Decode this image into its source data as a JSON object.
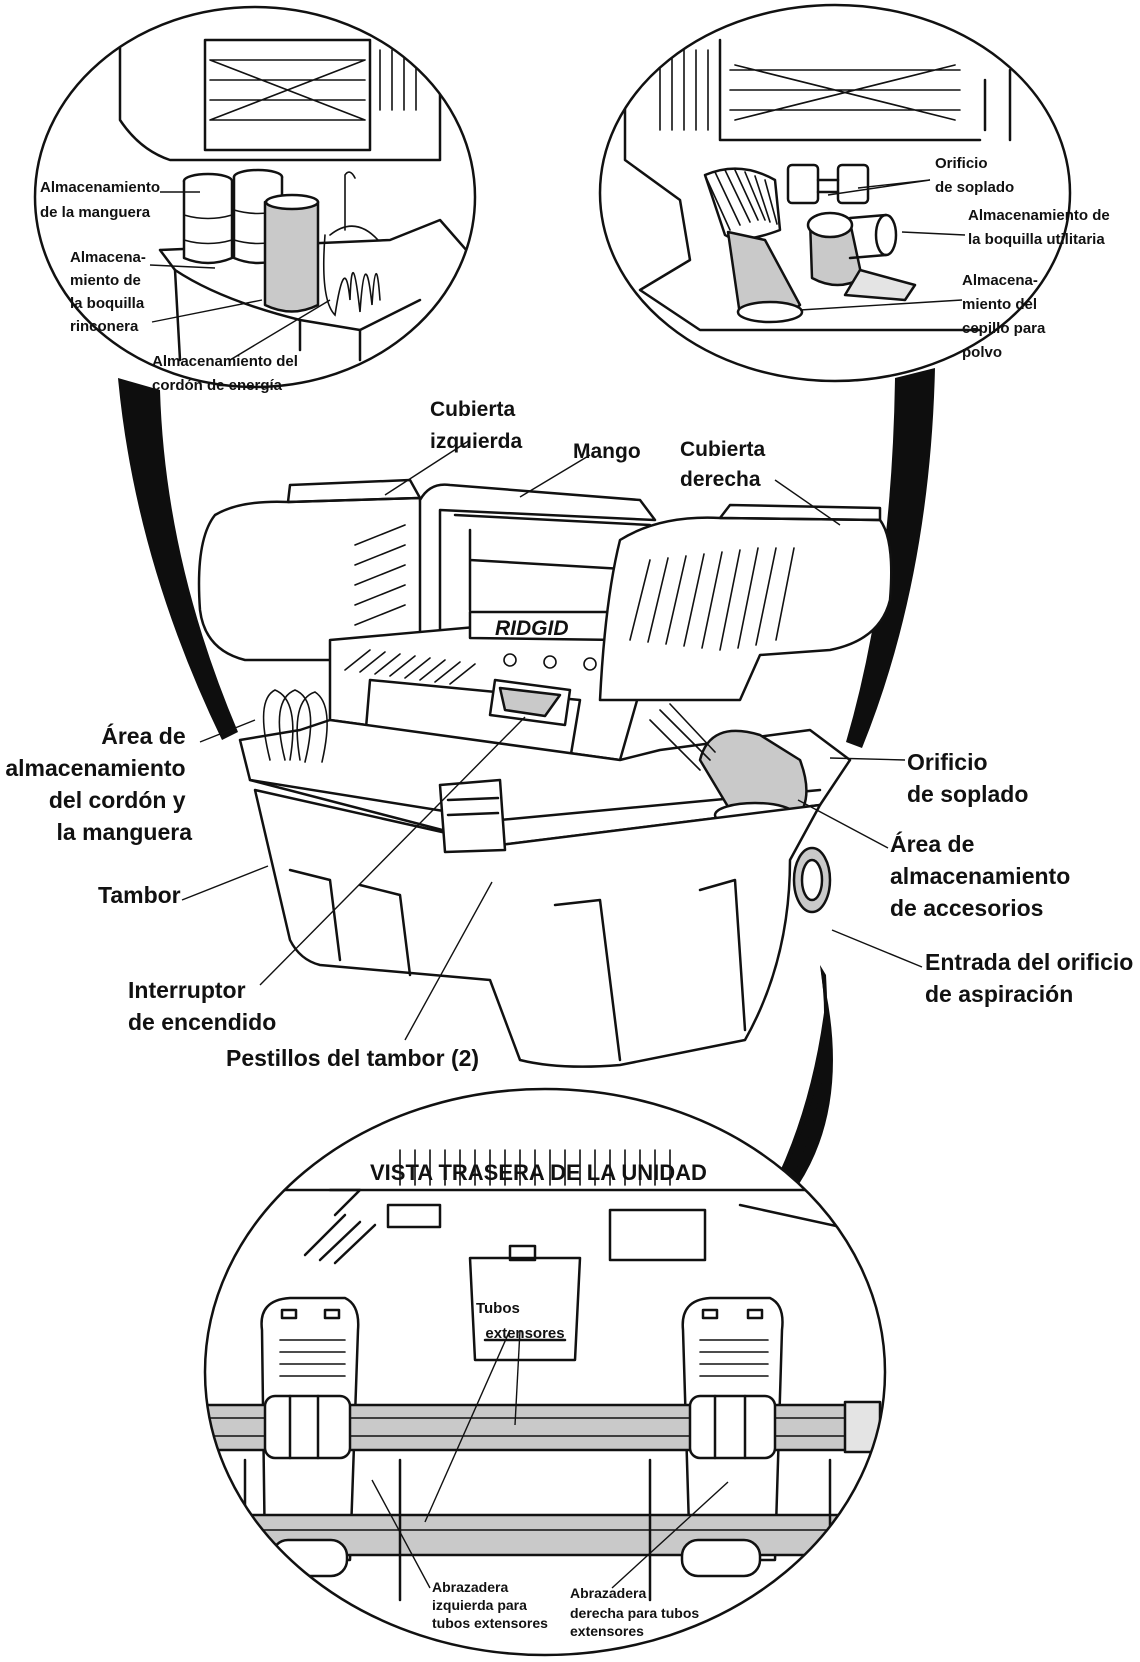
{
  "top_left_inset": {
    "hose_storage": [
      "Almacenamiento",
      "de la manguera"
    ],
    "crevice_tool_storage": [
      "Almacena-",
      "miento de",
      "la boquilla",
      "rinconera"
    ],
    "power_cord_storage": [
      "Almacenamiento del",
      "cordón de energía"
    ]
  },
  "top_right_inset": {
    "blower_port": [
      "Orificio",
      "de soplado"
    ],
    "utility_nozzle_storage": [
      "Almacenamiento de",
      "la boquilla utilitaria"
    ],
    "dusting_brush_storage": [
      "Almacena-",
      "miento del",
      "cepillo para",
      "polvo"
    ]
  },
  "main": {
    "left_cover": [
      "Cubierta",
      "izquierda"
    ],
    "handle": "Mango",
    "right_cover": [
      "Cubierta",
      "derecha"
    ],
    "cord_hose_area": [
      "Área de",
      "almacenamiento",
      "del cordón y",
      "la manguera"
    ],
    "blower_port": [
      "Orificio",
      "de soplado"
    ],
    "drum": "Tambor",
    "accessory_area": [
      "Área de",
      "almacenamiento",
      "de accesorios"
    ],
    "vacuum_inlet": [
      "Entrada del orificio",
      "de aspiración"
    ],
    "power_switch": [
      "Interruptor",
      "de encendido"
    ],
    "drum_latches": "Pestillos del tambor (2)",
    "brand": "RIDGID"
  },
  "rear_view": {
    "title": "VISTA TRASERA DE LA UNIDAD",
    "extension_wands": [
      "Tubos",
      "extensores"
    ],
    "left_clamp": [
      "Abrazadera",
      "izquierda para",
      "tubos extensores"
    ],
    "right_clamp": [
      "Abrazadera",
      "derecha para tubos",
      "extensores"
    ]
  }
}
